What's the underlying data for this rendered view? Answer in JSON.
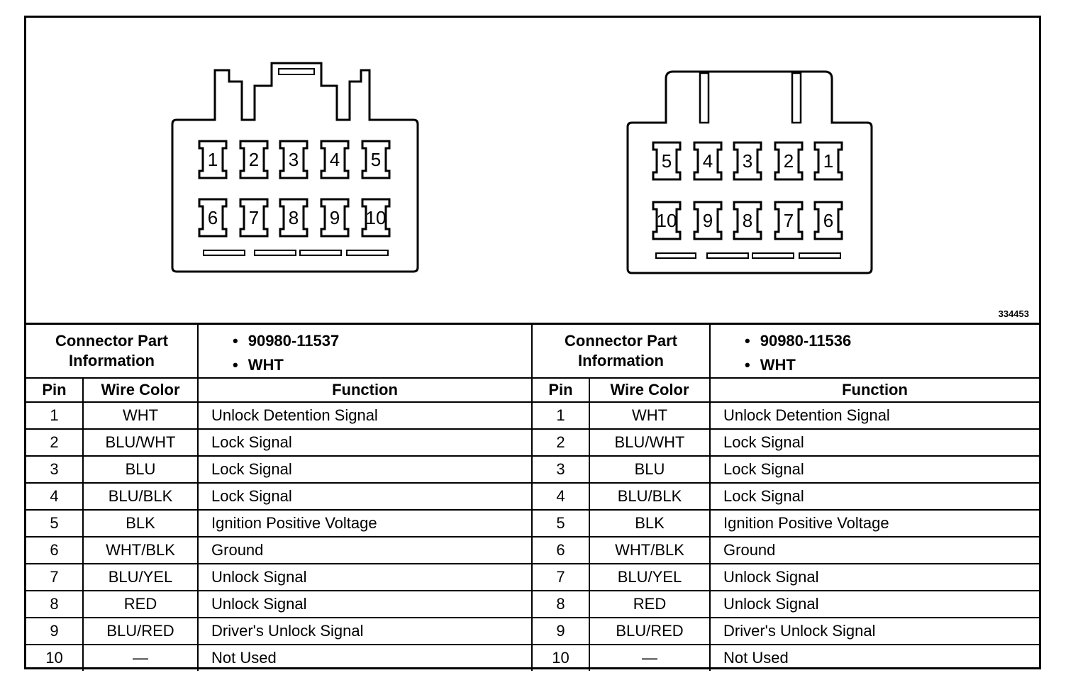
{
  "figure_number": "334453",
  "connectors": [
    {
      "id": "left",
      "pin_rows": [
        [
          "1",
          "2",
          "3",
          "4",
          "5"
        ],
        [
          "6",
          "7",
          "8",
          "9",
          "10"
        ]
      ]
    },
    {
      "id": "right",
      "pin_rows": [
        [
          "5",
          "4",
          "3",
          "2",
          "1"
        ],
        [
          "10",
          "9",
          "8",
          "7",
          "6"
        ]
      ]
    }
  ],
  "tables": [
    {
      "id": "left",
      "connector_label_line1": "Connector Part",
      "connector_label_line2": "Information",
      "part_number": "90980-11537",
      "part_color": "WHT",
      "headers": {
        "pin": "Pin",
        "wire_color": "Wire Color",
        "function": "Function"
      },
      "rows": [
        {
          "pin": "1",
          "color": "WHT",
          "function": "Unlock Detention Signal"
        },
        {
          "pin": "2",
          "color": "BLU/WHT",
          "function": "Lock Signal"
        },
        {
          "pin": "3",
          "color": "BLU",
          "function": "Lock Signal"
        },
        {
          "pin": "4",
          "color": "BLU/BLK",
          "function": "Lock Signal"
        },
        {
          "pin": "5",
          "color": "BLK",
          "function": "Ignition Positive Voltage"
        },
        {
          "pin": "6",
          "color": "WHT/BLK",
          "function": "Ground"
        },
        {
          "pin": "7",
          "color": "BLU/YEL",
          "function": "Unlock Signal"
        },
        {
          "pin": "8",
          "color": "RED",
          "function": "Unlock Signal"
        },
        {
          "pin": "9",
          "color": "BLU/RED",
          "function": "Driver's Unlock Signal"
        },
        {
          "pin": "10",
          "color": "—",
          "function": "Not Used"
        }
      ]
    },
    {
      "id": "right",
      "connector_label_line1": "Connector Part",
      "connector_label_line2": "Information",
      "part_number": "90980-11536",
      "part_color": "WHT",
      "headers": {
        "pin": "Pin",
        "wire_color": "Wire Color",
        "function": "Function"
      },
      "rows": [
        {
          "pin": "1",
          "color": "WHT",
          "function": "Unlock Detention Signal"
        },
        {
          "pin": "2",
          "color": "BLU/WHT",
          "function": "Lock Signal"
        },
        {
          "pin": "3",
          "color": "BLU",
          "function": "Lock Signal"
        },
        {
          "pin": "4",
          "color": "BLU/BLK",
          "function": "Lock Signal"
        },
        {
          "pin": "5",
          "color": "BLK",
          "function": "Ignition Positive Voltage"
        },
        {
          "pin": "6",
          "color": "WHT/BLK",
          "function": "Ground"
        },
        {
          "pin": "7",
          "color": "BLU/YEL",
          "function": "Unlock Signal"
        },
        {
          "pin": "8",
          "color": "RED",
          "function": "Unlock Signal"
        },
        {
          "pin": "9",
          "color": "BLU/RED",
          "function": "Driver's Unlock Signal"
        },
        {
          "pin": "10",
          "color": "—",
          "function": "Not Used"
        }
      ]
    }
  ]
}
